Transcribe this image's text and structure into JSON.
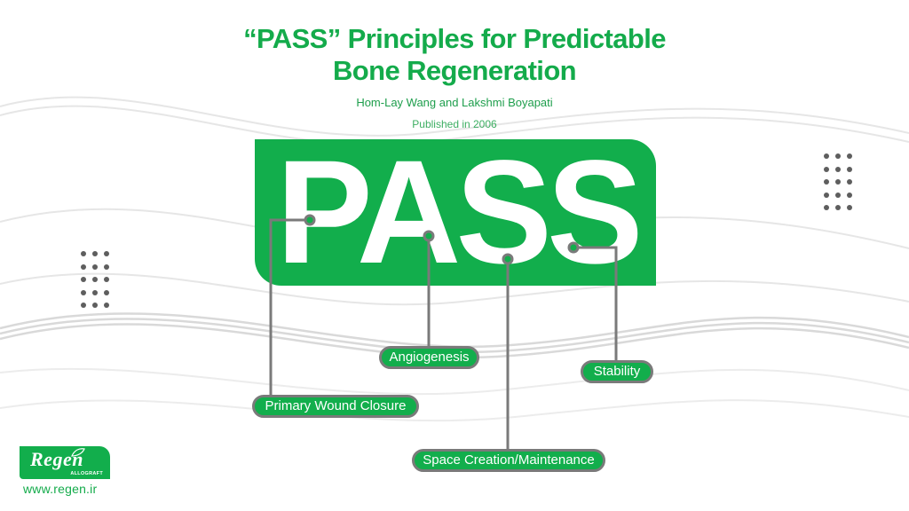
{
  "header": {
    "title_line1": "“PASS” Principles for Predictable",
    "title_line2": "Bone Regeneration",
    "authors": "Hom-Lay Wang and Lakshmi Boyapati",
    "published": "Published in 2006"
  },
  "panel": {
    "acronym": "PASS",
    "color": "#12ae4c"
  },
  "principles": [
    {
      "letter": "P",
      "label": "Primary Wound Closure"
    },
    {
      "letter": "A",
      "label": "Angiogenesis"
    },
    {
      "letter": "S",
      "label": "Space Creation/Maintenance"
    },
    {
      "letter": "S",
      "label": "Stability"
    }
  ],
  "branding": {
    "logo_word": "Regen",
    "logo_sub": "ALLOGRAFT",
    "website": "www.regen.ir"
  },
  "colors": {
    "brand_green": "#12ae4c",
    "connector_grey": "#7a7a7a",
    "dot_grey": "#5e5e5e"
  }
}
